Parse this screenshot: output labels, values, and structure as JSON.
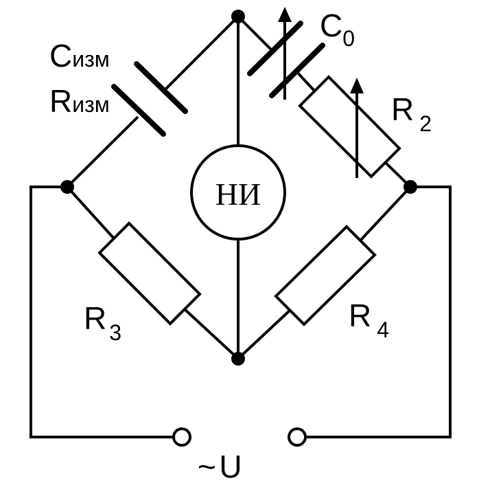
{
  "labels": {
    "c_meas": {
      "main": "C",
      "sub": "изм"
    },
    "r_meas": {
      "main": "R",
      "sub": "изм"
    },
    "c0": {
      "main": "C",
      "sub": "0"
    },
    "r2": {
      "main": "R",
      "sub": "2"
    },
    "r3": {
      "main": "R",
      "sub": "3"
    },
    "r4": {
      "main": "R",
      "sub": "4"
    },
    "indicator": "НИ",
    "source": {
      "symbol": "~",
      "main": "U"
    }
  }
}
